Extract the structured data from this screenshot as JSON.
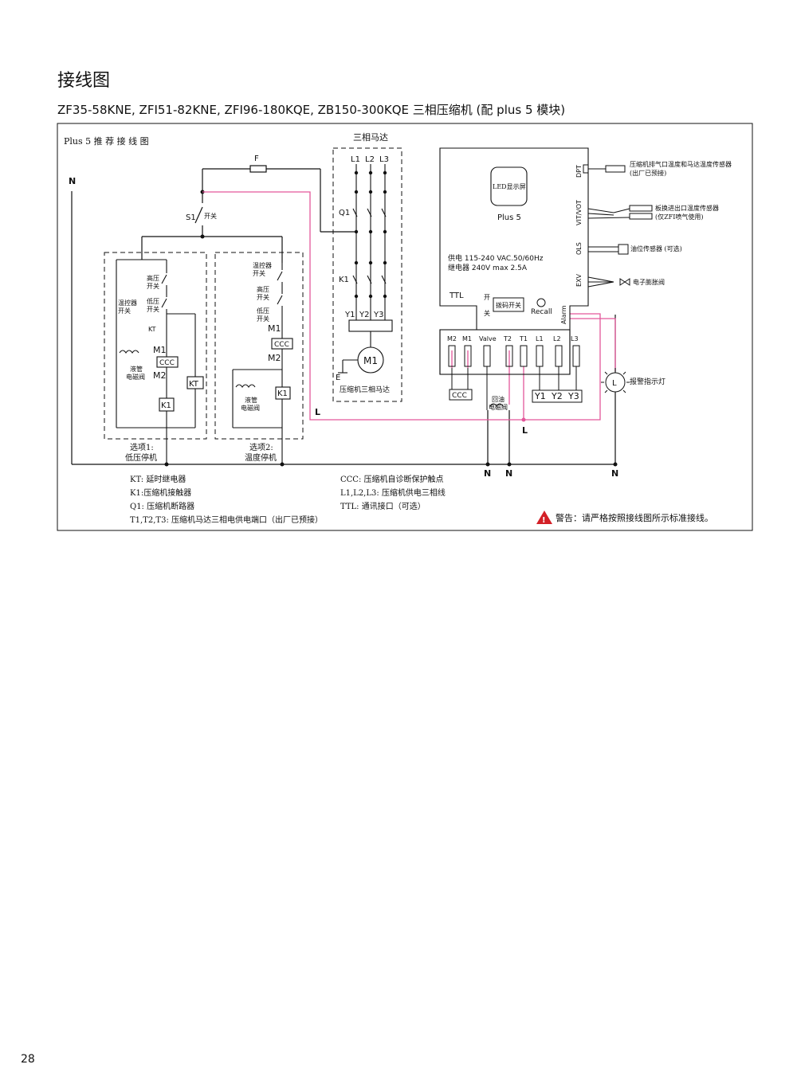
{
  "page": {
    "title": "接线图",
    "subtitle": "ZF35-58KNE, ZFI51-82KNE, ZFI96-180KQE, ZB150-300KQE 三相压缩机 (配 plus 5 模块)",
    "page_number": "28"
  },
  "diagram": {
    "frame_title": "Plus 5 推 荐 接 线 图",
    "fuse": "F",
    "switch_s1": "S1",
    "switch_s1_label": "开关",
    "neutral": "N",
    "live": "L",
    "option1": {
      "hp_switch": [
        "高压",
        "开关"
      ],
      "lp_switch": [
        "低压",
        "开关"
      ],
      "thermo_switch": [
        "温控器",
        "开关"
      ],
      "kt": "KT",
      "m1": "M1",
      "ccc": "CCC",
      "m2": "M2",
      "kt_coil": "KT",
      "k1": "K1",
      "valve": [
        "液管",
        "电磁阀"
      ],
      "caption": [
        "选项1:",
        "低压停机"
      ]
    },
    "option2": {
      "thermo_switch": [
        "温控器",
        "开关"
      ],
      "hp_switch": [
        "高压",
        "开关"
      ],
      "lp_switch": [
        "低压",
        "开关"
      ],
      "m1": "M1",
      "ccc": "CCC",
      "m2": "M2",
      "k1": "K1",
      "valve": [
        "液管",
        "电磁阀"
      ],
      "caption": [
        "选项2:",
        "温度停机"
      ]
    },
    "motor": {
      "title": "三相马达",
      "lines": [
        "L1",
        "L2",
        "L3"
      ],
      "q1": "Q1",
      "k1": "K1",
      "terminals": [
        "Y1",
        "Y2",
        "Y3"
      ],
      "m1": "M1",
      "earth": "E",
      "caption": "压缩机三相马达"
    },
    "module": {
      "led": "LED显示屏",
      "name": "Plus 5",
      "supply": "供电 115-240 VAC.50/60Hz",
      "relay": "继电器 240V max 2.5A",
      "ttl": "TTL",
      "dip": "拨码开关",
      "dip_side": [
        "开",
        "关"
      ],
      "recall": "Recall",
      "alarm": "Alarm",
      "side_ports": [
        "DPT",
        "VIT/VOT",
        "OLS",
        "EXV"
      ],
      "terminals": [
        "M2",
        "M1",
        "Valve",
        "T2",
        "T1",
        "L1",
        "L2",
        "L3"
      ],
      "ccc": "CCC",
      "oil_valve": [
        "回油",
        "电磁阀"
      ],
      "y_terminals": [
        "Y1",
        "Y2",
        "Y3"
      ]
    },
    "sensors": {
      "dpt": [
        "压缩机排气口温度和马达温度传感器",
        "(出厂已预接)"
      ],
      "vit": [
        "板换进出口温度传感器",
        "(仅ZFI喷气使用)"
      ],
      "ols": "油位传感器 (可选)",
      "exv": "电子膨胀阀",
      "alarm_lamp": "报警指示灯",
      "lamp_symbol": "L"
    },
    "legend": [
      "KT: 延时继电器",
      "K1:压缩机接触器",
      "Q1: 压缩机断路器",
      "T1,T2,T3: 压缩机马达三相电供电端口（出厂已预接）",
      "CCC: 压缩机自诊断保护触点",
      "L1,L2,L3: 压缩机供电三相线",
      "TTL: 通讯接口（可选）"
    ],
    "warning": "警告：请严格按照接线图所示标准接线。",
    "warning_icon": "warning-triangle-icon",
    "colors": {
      "line": "#111111",
      "live_wire": "#e3579a",
      "warning": "#d32027"
    }
  }
}
